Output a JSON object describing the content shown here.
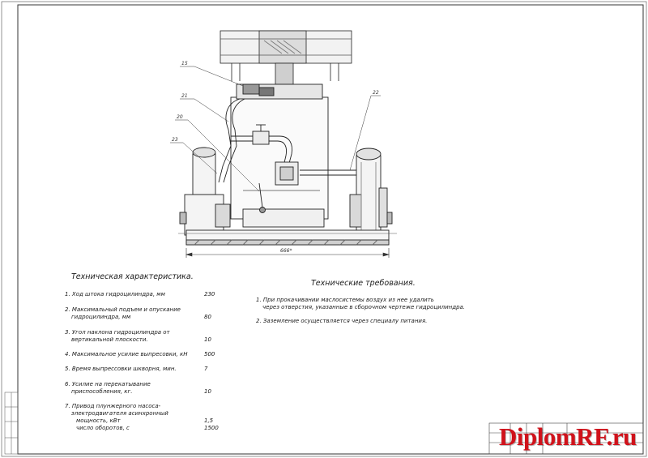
{
  "tech_characteristics": {
    "title": "Техническая характеристика.",
    "items": [
      {
        "lines": [
          "1. Ход штока гидроцилиндра, мм"
        ],
        "value": "230"
      },
      {
        "lines": [
          "2. Максимальный подъем и опускание",
          "гидроцилиндра, мм"
        ],
        "value": "80"
      },
      {
        "lines": [
          "3. Угол наклона гидроцилиндра от",
          "вертикальной плоскости."
        ],
        "value": "10"
      },
      {
        "lines": [
          "4. Максимальное усилие выпресовки, кН"
        ],
        "value": "500"
      },
      {
        "lines": [
          "5. Время выпрессовки шкворня, мин."
        ],
        "value": "7"
      },
      {
        "lines": [
          "6. Усилие на перекатывание",
          "приспособления, кг."
        ],
        "value": "10"
      },
      {
        "lines": [
          "7. Привод плунжерного насоса-",
          "электродвигателя асинхронный",
          "мощность, кВт",
          "число оборотов, с"
        ],
        "values": [
          "1,5",
          "1500"
        ]
      }
    ]
  },
  "tech_requirements": {
    "title": "Технические требования.",
    "items": [
      [
        "1. При прокачивании маслосистемы воздух из нее удалить",
        "через отверстия, указанные в сборочном чертеже гидроцилиндра."
      ],
      [
        "2. Заземление осуществляется через специалу питания."
      ]
    ]
  },
  "callouts": [
    "15",
    "21",
    "20",
    "23",
    "22"
  ],
  "dimension_label": "666*",
  "watermark": "DiplomRF.ru"
}
